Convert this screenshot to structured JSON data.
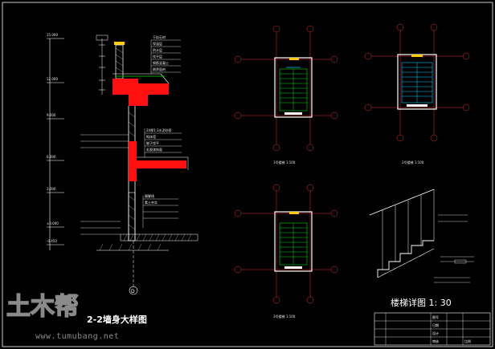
{
  "wall_section": {
    "title": "2-2墙身大样图",
    "grid_mark": "D",
    "elevations": [
      "15.000",
      "12.000",
      "9.000",
      "6.000",
      "3.000",
      "±0.000",
      "-0.450"
    ],
    "notes": [
      "干挂石材",
      "保温层",
      "防水层",
      "找平层",
      "钢筋混凝土",
      "刷界面剂",
      "20厚1:3水泥砂浆",
      "砌体墙",
      "腻子找平",
      "乳胶漆饰面",
      "踢脚线",
      "素土夯实"
    ]
  },
  "stair_plans": [
    {
      "label": "1号楼梯 1:100"
    },
    {
      "label": "2号楼梯 1:100"
    },
    {
      "label": "3号楼梯 1:100"
    }
  ],
  "stair_detail": {
    "title": "楼梯详图  1: 30"
  },
  "watermark": {
    "logo_text": "土木帮",
    "url": "www.tumubang.net"
  },
  "title_block": {
    "cells": [
      "图号",
      "日期",
      "设计",
      "审核",
      "比例"
    ]
  },
  "colors": {
    "background": "#000000",
    "line_white": "#ffffff",
    "axis_red": "#e03030",
    "fill_red": "#ff1010",
    "stair_green": "#00dd00",
    "stair_cyan": "#00c8ff",
    "highlight_yellow": "#ffcc00"
  }
}
